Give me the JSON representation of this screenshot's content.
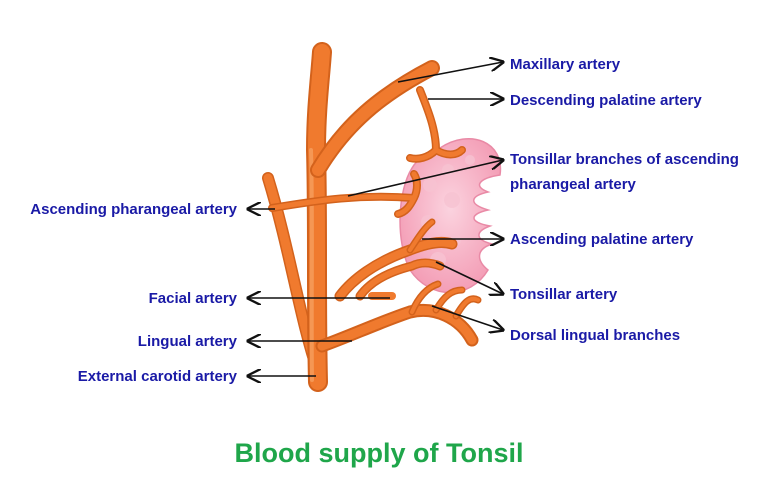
{
  "title": "Blood supply of Tonsil",
  "labels": {
    "maxillary": "Maxillary artery",
    "descending_palatine": "Descending palatine artery",
    "tonsillar_branches_line1": "Tonsillar branches of ascending",
    "tonsillar_branches_line2": "pharangeal artery",
    "ascending_pharangeal": "Ascending pharangeal artery",
    "ascending_palatine": "Ascending palatine artery",
    "tonsillar_artery": "Tonsillar artery",
    "facial": "Facial artery",
    "dorsal_lingual": "Dorsal lingual branches",
    "lingual": "Lingual artery",
    "external_carotid": "External carotid artery"
  },
  "colors": {
    "label": "#1a1aa6",
    "title": "#1fa64a",
    "artery": "#f07a2e",
    "artery_dark": "#d3621c",
    "artery_light": "#f7a465",
    "tonsil": "#f6a9bf",
    "tonsil_light": "#fbd3df"
  }
}
